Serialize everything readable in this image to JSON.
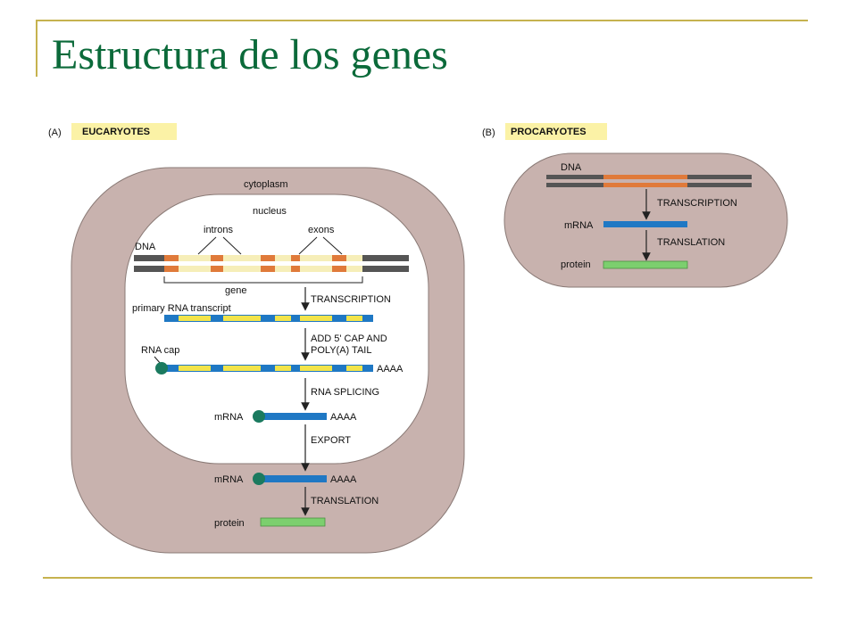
{
  "slide": {
    "title": "Estructura de los genes"
  },
  "colors": {
    "accent_line": "#c6b24f",
    "title": "#0b6a3a",
    "cell_fill": "#c8b2ae",
    "dna_orange": "#e07a3a",
    "exon_yellow": "#f3e44a",
    "rna_blue": "#1f78c4",
    "protein_green": "#7ccf6e",
    "cap_teal": "#1b7a5f"
  },
  "panel_a": {
    "tag": "(A)",
    "label": "EUCARYOTES",
    "cytoplasm": "cytoplasm",
    "nucleus": "nucleus",
    "dna": "DNA",
    "introns": "introns",
    "exons": "exons",
    "gene": "gene",
    "transcription": "TRANSCRIPTION",
    "primary_rna": "primary RNA transcript",
    "add_cap_1": "ADD 5' CAP AND",
    "add_cap_2": "POLY(A) TAIL",
    "rna_cap": "RNA cap",
    "poly_a_1": "AAAA",
    "rna_splicing": "RNA SPLICING",
    "mrna_1": "mRNA",
    "poly_a_2": "AAAA",
    "export": "EXPORT",
    "mrna_2": "mRNA",
    "poly_a_3": "AAAA",
    "translation": "TRANSLATION",
    "protein": "protein"
  },
  "panel_b": {
    "tag": "(B)",
    "label": "PROCARYOTES",
    "dna": "DNA",
    "transcription": "TRANSCRIPTION",
    "mrna": "mRNA",
    "translation": "TRANSLATION",
    "protein": "protein"
  }
}
